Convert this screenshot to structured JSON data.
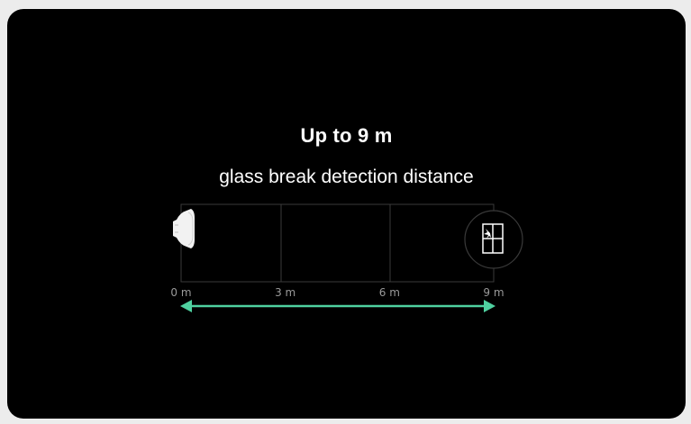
{
  "headline": "Up to 9 m",
  "subheadline": "glass break detection distance",
  "scale": {
    "ticks": [
      {
        "label": "0 m",
        "value": 0
      },
      {
        "label": "3 m",
        "value": 3
      },
      {
        "label": "6 m",
        "value": 6
      },
      {
        "label": "9 m",
        "value": 9
      }
    ],
    "max": 9
  },
  "colors": {
    "background": "#000000",
    "arrow": "#4fd1a0",
    "grid": "#3a3a3a",
    "text": "#ffffff",
    "tick_text": "#9a9a9a"
  },
  "icons": {
    "detector": "glass-break-detector-icon",
    "window": "broken-window-icon"
  }
}
